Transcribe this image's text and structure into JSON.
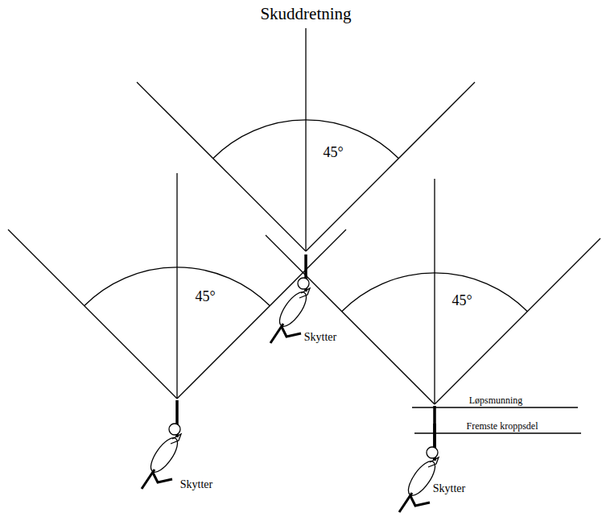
{
  "diagram": {
    "title": "Skuddretning",
    "labels": [
      "45°",
      "45°",
      "45°",
      "Skytter",
      "Skytter",
      "Skytter",
      "Løpsmunning",
      "Fremste kroppsdel"
    ]
  }
}
